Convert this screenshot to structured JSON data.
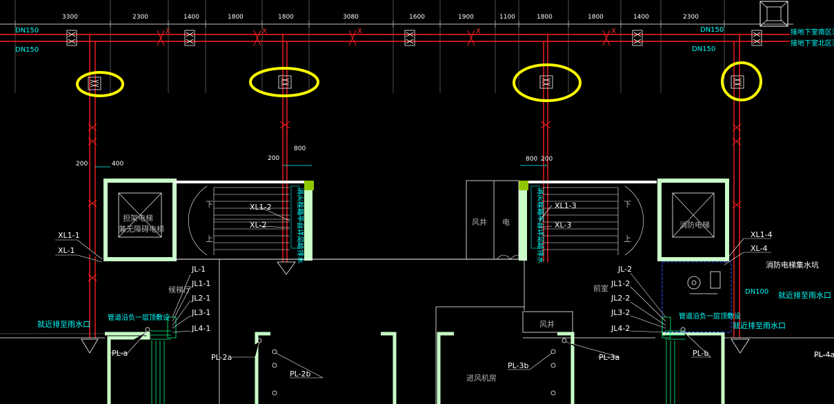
{
  "dimensions": [
    "3300",
    "2300",
    "1400",
    "1800",
    "1800",
    "3080",
    "1600",
    "1900",
    "1100",
    "1800",
    "1800",
    "1400",
    "2300"
  ],
  "pipe_sizes": {
    "left_top": "DN150",
    "left_bottom": "DN150",
    "right_top": "DN150",
    "right_bottom": "DN150",
    "dn100": "DN100"
  },
  "connect_notes": {
    "east_1": "接地下室南区消",
    "east_2": "接地下室北区消"
  },
  "valve_mark": "X",
  "offsets": {
    "a200": "200",
    "a400": "400",
    "b200": "200",
    "b800": "800",
    "c800": "800",
    "c200": "200"
  },
  "rooms": {
    "elevator_left_1": "担架电梯",
    "elevator_left_2": "兼无障碍电梯",
    "elevator_right": "消防电梯",
    "fan_shaft": "风井",
    "electric": "电",
    "waiting_hall": "候梯厅",
    "front_room": "前室",
    "fan_shaft_2": "风井",
    "fresh_air_room": "进风机房",
    "down_left": "下",
    "up_left": "上",
    "down_right": "下",
    "up_right": "上",
    "sump": "消防电梯集水坑"
  },
  "vertical_text_left": "消火栓箱平台详见给排水",
  "vertical_text_right": "消火栓箱平台详见给排水",
  "risers": {
    "xl1_1": "XL1-1",
    "xl_1": "XL-1",
    "xl1_2": "XL1-2",
    "xl_2": "XL-2",
    "xl1_3": "XL1-3",
    "xl_3": "XL-3",
    "xl1_4": "XL1-4",
    "xl_4": "XL-4",
    "jl_1": "JL-1",
    "jl1_1": "JL1-1",
    "jl2_1": "JL2-1",
    "jl3_1": "JL3-1",
    "jl4_1": "JL4-1",
    "jl_2": "JL-2",
    "jl1_2": "JL1-2",
    "jl2_2": "JL2-2",
    "jl3_2": "JL3-2",
    "jl4_2": "JL4-2",
    "pl_a": "PL-a",
    "pl_2a": "PL-2a",
    "pl_2b": "PL-2b",
    "pl_3b": "PL-3b",
    "pl_3a": "PL-3a",
    "pl_b": "PL-b",
    "pl_4a": "PL-4a"
  },
  "notes": {
    "pipe_left": "管道沿负一层顶敷设",
    "pipe_right": "管道沿负一层顶敷设",
    "drain_left": "就近排至雨水口",
    "drain_right": "就近排至雨水口",
    "drain_mid": "就近排至雨水口"
  },
  "highlight_color": "#ffff00",
  "pipe_color": "#ff2020"
}
